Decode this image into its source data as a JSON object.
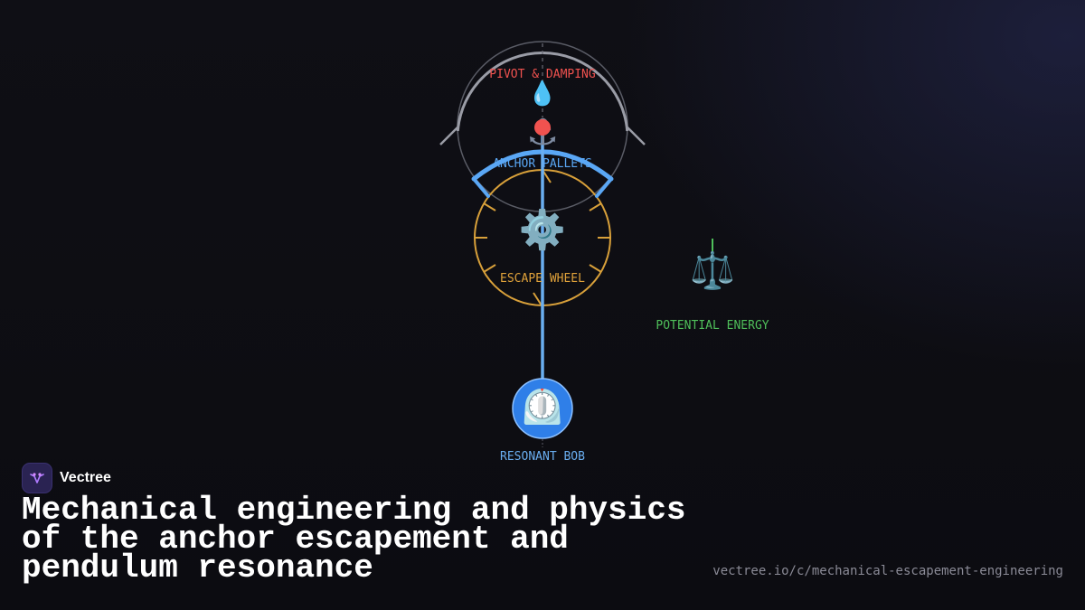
{
  "diagram": {
    "labels": {
      "pivot": "PIVOT & DAMPING",
      "anchor": "ANCHOR PALLETS",
      "escape": "ESCAPE WHEEL",
      "potential": "POTENTIAL ENERGY",
      "bob": "RESONANT BOB"
    },
    "icons": {
      "pivot": "💧",
      "anchor": "⚓",
      "escape": "⚙️",
      "potential": "⚖️",
      "bob": "⏲️"
    },
    "colors": {
      "pivot": "#f0524f",
      "anchor": "#5aa7f5",
      "escape": "#e0a23a",
      "potential": "#4fbf5a",
      "bob": "#2f7fe8",
      "frame": "#9a9ca6"
    }
  },
  "brand": {
    "name": "Vectree"
  },
  "title": "Mechanical engineering and physics of the anchor escapement and pendulum resonance",
  "url": "vectree.io/c/mechanical-escapement-engineering"
}
